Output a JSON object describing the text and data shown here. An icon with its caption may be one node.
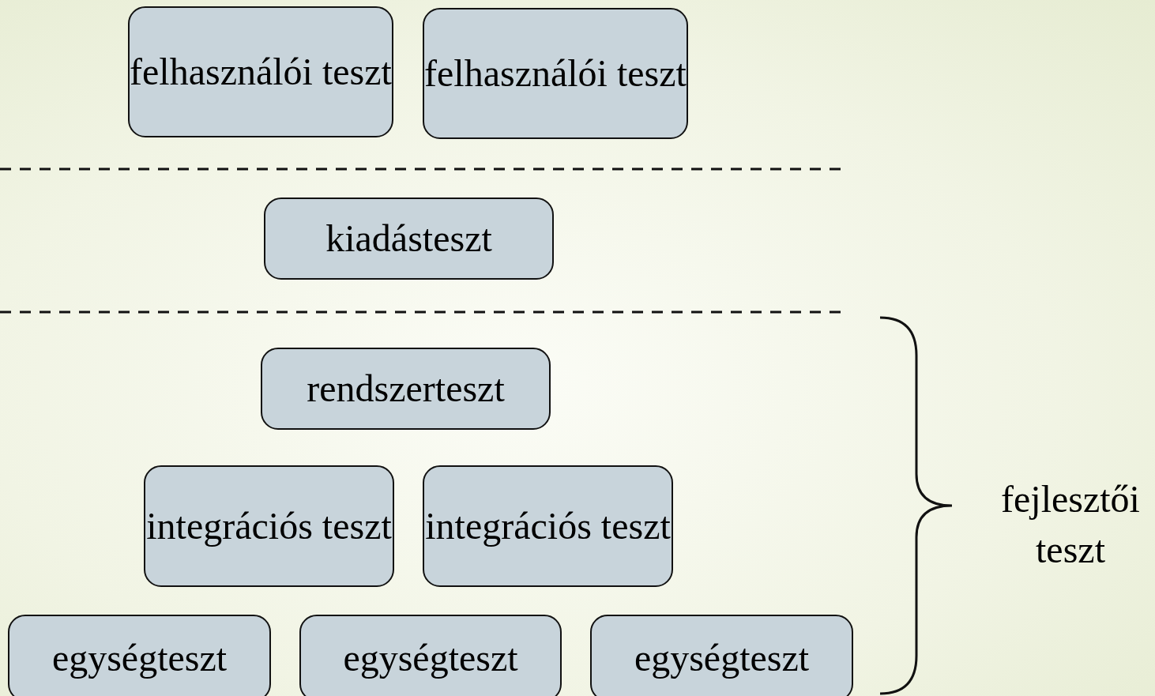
{
  "diagram": {
    "nodes": [
      {
        "text": [
          "felhasználói teszt"
        ]
      },
      {
        "text": [
          "felhasználói teszt"
        ]
      },
      {
        "text": [
          "kiadásteszt"
        ]
      },
      {
        "text": [
          "rendszerteszt"
        ]
      },
      {
        "text": [
          "integrációs teszt"
        ]
      },
      {
        "text": [
          "integrációs teszt"
        ]
      },
      {
        "text": [
          "egységteszt"
        ]
      },
      {
        "text": [
          "egységteszt"
        ]
      },
      {
        "text": [
          "egységteszt"
        ]
      }
    ],
    "edges": [],
    "labels": [
      "fejlesztői teszt"
    ]
  }
}
